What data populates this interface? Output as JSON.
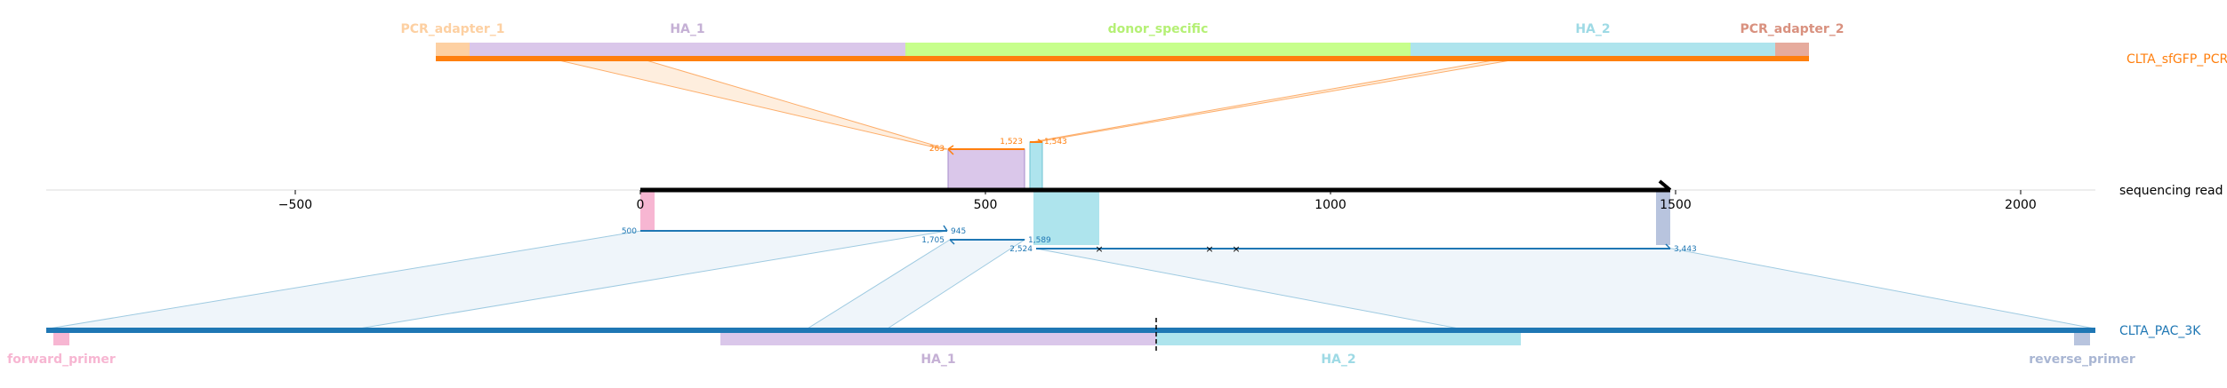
{
  "colors": {
    "pcr_adapter_1": "#fdd0a2",
    "ha_1": "#dac7ea",
    "donor_specific": "#c7ff8c",
    "ha_2": "#aee4ed",
    "pcr_adapter_2": "#e6ab9d",
    "forward_primer": "#f7b6d2",
    "reverse_primer": "#b8c4de",
    "orange": "#ff7f0e",
    "blue": "#1f77b4",
    "orange_band": "#fde3c8",
    "blue_band": "#dbe9f3"
  },
  "tracks": {
    "top": {
      "name": "CLTA_sfGFP_PCR"
    },
    "middle": {
      "name": "sequencing read"
    },
    "bottom": {
      "name": "CLTA_PAC_3K"
    }
  },
  "top_features": [
    {
      "label": "PCR_adapter_1",
      "color_key": "pcr_adapter_1",
      "text_color": "#fdd0a2"
    },
    {
      "label": "HA_1",
      "color_key": "ha_1",
      "text_color": "#c5b0d5"
    },
    {
      "label": "donor_specific",
      "color_key": "donor_specific",
      "text_color": "#b5f075"
    },
    {
      "label": "HA_2",
      "color_key": "ha_2",
      "text_color": "#9edae5"
    },
    {
      "label": "PCR_adapter_2",
      "color_key": "pcr_adapter_2",
      "text_color": "#d9917f"
    }
  ],
  "bottom_features": [
    {
      "label": "forward_primer",
      "text_color": "#f7b6d2"
    },
    {
      "label": "HA_1",
      "text_color": "#c5b0d5"
    },
    {
      "label": "HA_2",
      "text_color": "#9edae5"
    },
    {
      "label": "reverse_primer",
      "text_color": "#a9b6d3"
    }
  ],
  "axis": {
    "ticks": [
      -500,
      0,
      500,
      1000,
      1500,
      2000
    ],
    "tick_labels": [
      "−500",
      "0",
      "500",
      "1000",
      "1500",
      "2000"
    ],
    "read_length": 1490
  },
  "top_alignment_labels": {
    "left_start": "263",
    "left_end": "1,523",
    "right_start": "1,543"
  },
  "bottom_alignment_labels": {
    "a_start": "500",
    "a_end": "945",
    "b_start": "1,705",
    "b_end": "1,589",
    "c_start": "2,524",
    "c_end": "3,443"
  }
}
